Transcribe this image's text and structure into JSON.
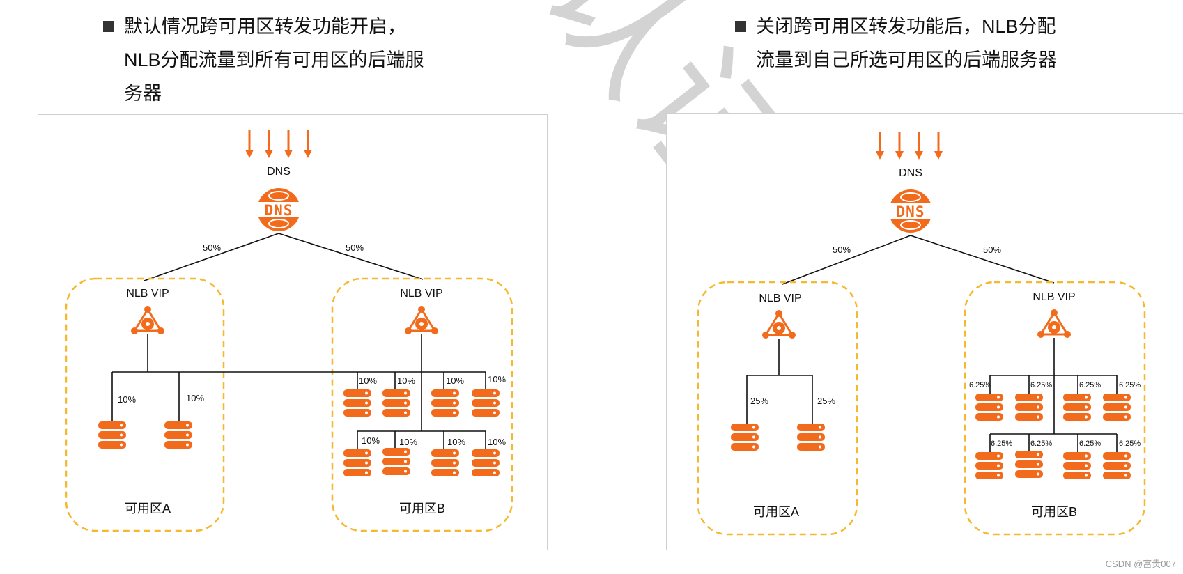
{
  "left": {
    "bullet_lines": [
      "默认情况跨可用区转发功能开启，",
      "NLB分配流量到所有可用区的后端服",
      "务器"
    ],
    "dns_label": "DNS",
    "dns_split": [
      "50%",
      "50%"
    ],
    "zone_a": {
      "vip_label": "NLB VIP",
      "name": "可用区A",
      "server_pcts": [
        "10%",
        "10%"
      ]
    },
    "zone_b": {
      "vip_label": "NLB VIP",
      "name": "可用区B",
      "row1_pcts": [
        "10%",
        "10%",
        "10%",
        "10%"
      ],
      "row2_pcts": [
        "10%",
        "10%",
        "10%",
        "10%"
      ]
    }
  },
  "right": {
    "bullet_lines": [
      "关闭跨可用区转发功能后，NLB分配",
      "流量到自己所选可用区的后端服务器"
    ],
    "dns_label": "DNS",
    "dns_split": [
      "50%",
      "50%"
    ],
    "zone_a": {
      "vip_label": "NLB VIP",
      "name": "可用区A",
      "server_pcts": [
        "25%",
        "25%"
      ]
    },
    "zone_b": {
      "vip_label": "NLB VIP",
      "name": "可用区B",
      "row1_pcts": [
        "6.25%",
        "6.25%",
        "6.25%",
        "6.25%"
      ],
      "row2_pcts": [
        "6.25%",
        "6.25%",
        "6.25%",
        "6.25%"
      ]
    }
  },
  "colors": {
    "accent": "#f26b1d",
    "zone_border": "#f5b82e",
    "line": "#111111",
    "panel_border": "#cfcfcf"
  },
  "icons": {
    "dns": "dns-globe-icon",
    "vip": "nlb-vip-icon",
    "server": "server-stack-icon",
    "arrow": "arrow-down-icon"
  },
  "watermark": "认证",
  "footer": "CSDN @富贵007"
}
